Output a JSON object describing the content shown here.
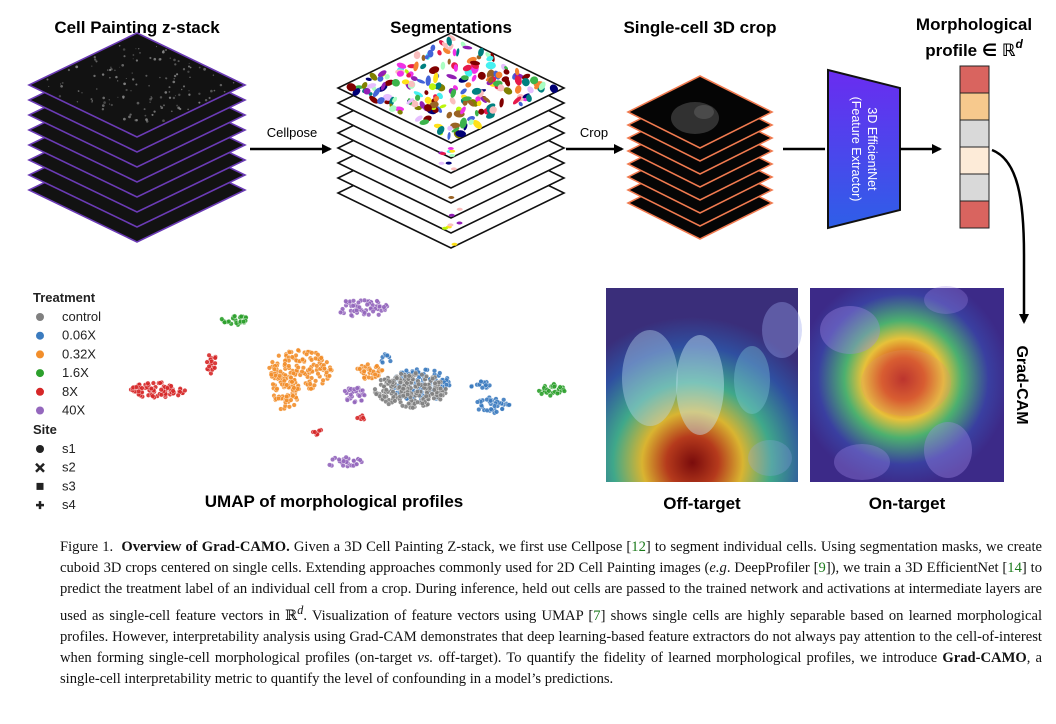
{
  "figure": {
    "panel_titles": {
      "zstack": "Cell Painting z-stack",
      "segmentations": "Segmentations",
      "crop": "Single-cell 3D crop",
      "profile_line1": "Morphological",
      "profile_line2": "profile ∈ ℝ",
      "profile_sup": "d"
    },
    "arrow_labels": {
      "cellpose": "Cellpose",
      "crop": "Crop"
    },
    "network": {
      "line1": "3D EfficientNet",
      "line2": "(Feature Extractor)"
    },
    "gradcam_label": "Grad-CAM",
    "umap_title": "UMAP of morphological profiles",
    "off_target": "Off-target",
    "on_target": "On-target",
    "profile_colors": [
      "#d9645f",
      "#f7c98d",
      "#d9d9d9",
      "#fdebd8",
      "#d9d9d9",
      "#d9645f"
    ],
    "legend": {
      "treatment_title": "Treatment",
      "treatments": [
        {
          "label": "control",
          "color": "#808080"
        },
        {
          "label": "0.06X",
          "color": "#3b7bbf"
        },
        {
          "label": "0.32X",
          "color": "#f28e2b"
        },
        {
          "label": "1.6X",
          "color": "#2ca02c"
        },
        {
          "label": "8X",
          "color": "#d62728"
        },
        {
          "label": "40X",
          "color": "#9467bd"
        }
      ],
      "site_title": "Site",
      "sites": [
        {
          "label": "s1",
          "marker": "circle"
        },
        {
          "label": "s2",
          "marker": "x"
        },
        {
          "label": "s3",
          "marker": "square"
        },
        {
          "label": "s4",
          "marker": "plus"
        }
      ]
    }
  },
  "caption": {
    "label": "Figure 1.",
    "title": "Overview of Grad-CAMO.",
    "s1": "Given a 3D Cell Painting Z-stack, we first use Cellpose [",
    "r1": "12",
    "s2": "] to segment individual cells. Using segmentation masks, we create cuboid 3D crops centered on single cells. Extending approaches commonly used for 2D Cell Painting images (",
    "eg": "e.g",
    "s3": ". DeepProfiler [",
    "r2": "9",
    "s4": "]), we train a 3D EfficientNet [",
    "r3": "14",
    "s5": "] to predict the treatment label of an individual cell from a crop. During inference, held out cells are passed to the trained network and activations at intermediate layers are used as single-cell feature vectors in ℝ",
    "sup": "d",
    "s6": ". Visualization of feature vectors using UMAP [",
    "r4": "7",
    "s7": "] shows single cells are highly separable based on learned morphological profiles. However, interpretability analysis using Grad-CAM demonstrates that deep learning-based feature extractors do not always pay attention to the cell-of-interest when forming single-cell morphological profiles (on-target ",
    "vs": "vs.",
    "s8": " off-target). To quantify the fidelity of learned morphological profiles, we introduce ",
    "name": "Grad-CAMO",
    "s9": ", a single-cell interpretability metric to quantify the level of confounding in a model’s predictions."
  }
}
